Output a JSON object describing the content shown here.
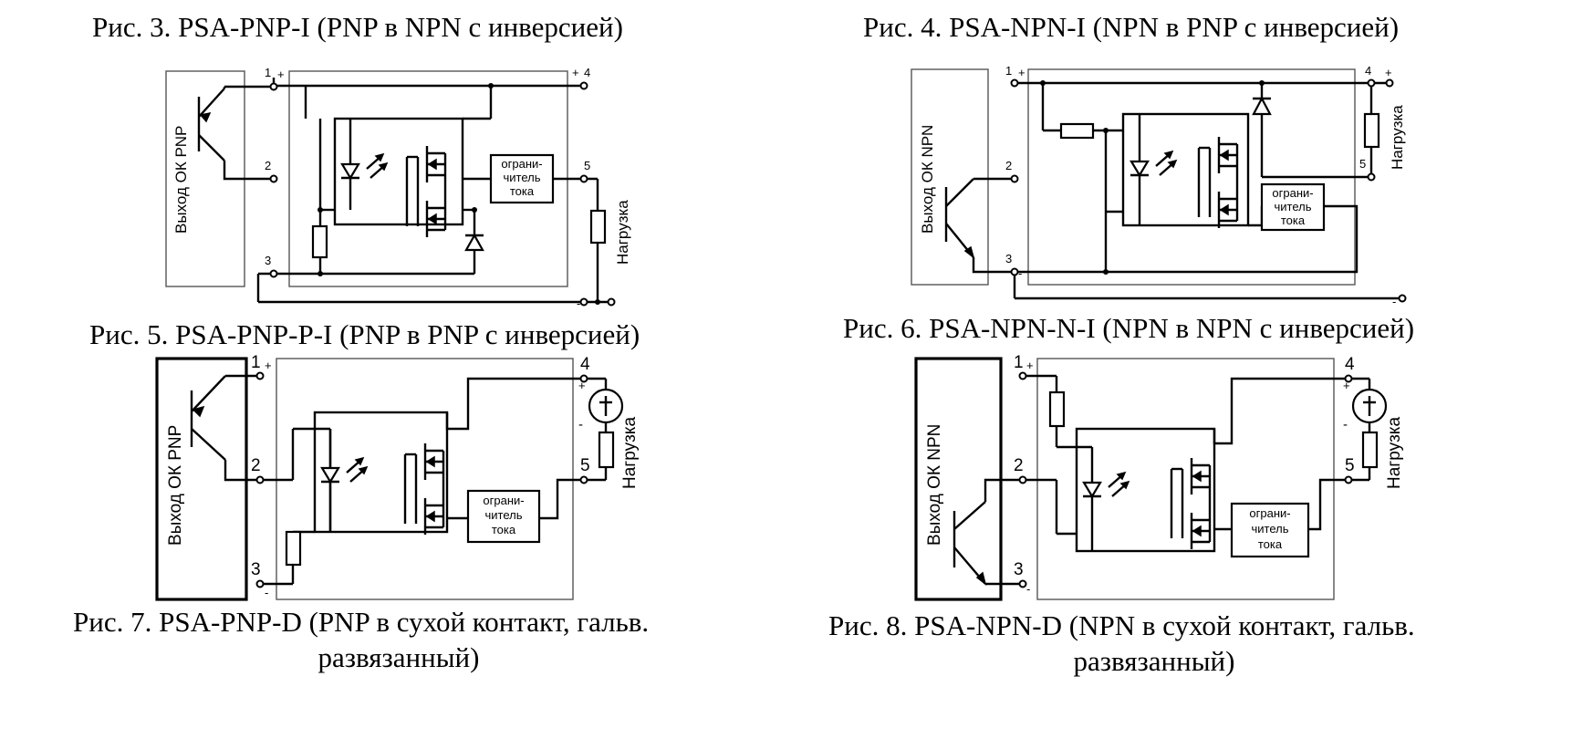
{
  "captions": {
    "fig3": "Рис. 3.  PSA-PNP-I (PNP в NPN с инверсией)",
    "fig4": "Рис. 4.  PSA-NPN-I (NPN в PNP с инверсией)",
    "fig5": "Рис. 5.  PSA-PNP-P-I (PNP в PNP с инверсией)",
    "fig6": "Рис. 6.  PSA-NPN-N-I (NPN в NPN с инверсией)",
    "fig7_line1": "Рис. 7.  PSA-PNP-D (PNP в сухой контакт, гальв.",
    "fig7_line2": "развязанный)",
    "fig8_line1": "Рис. 8.  PSA-NPN-D (NPN в сухой контакт, гальв.",
    "fig8_line2": "развязанный)"
  },
  "labels": {
    "output_pnp": "Выход ОК PNP",
    "output_npn": "Выход ОК NPN",
    "load": "Нагрузка",
    "limiter_1": "ограни-",
    "limiter_2": "читель",
    "limiter_3": "тока",
    "t1": "1",
    "t2": "2",
    "t3": "3",
    "t4": "4",
    "t5": "5",
    "plus": "+",
    "minus": "-"
  },
  "icons": {
    "transistor": "bipolar-transistor-icon",
    "optocoupler": "photo-mosfet-optocoupler-icon",
    "resistor": "resistor-icon",
    "diode": "diode-icon",
    "lamp": "signal-lamp-icon"
  }
}
